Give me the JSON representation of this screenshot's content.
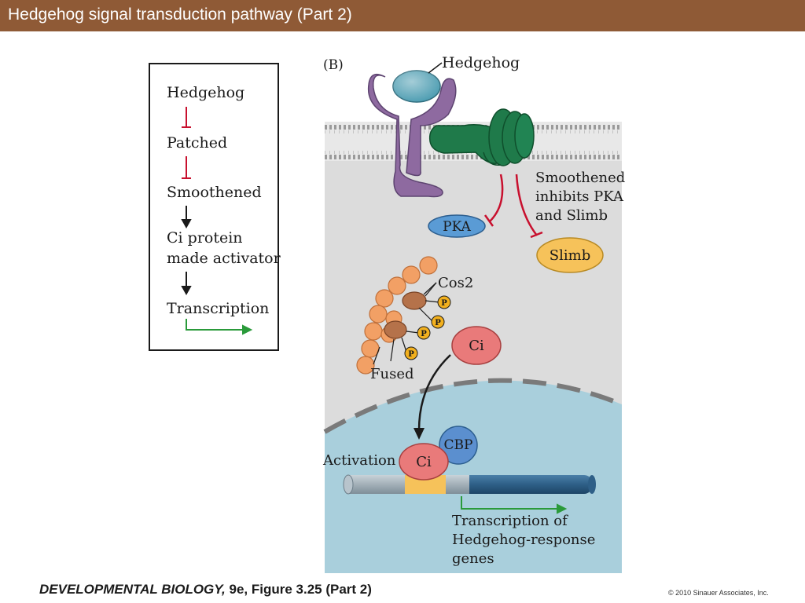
{
  "header": {
    "title": "Hedgehog signal transduction pathway (Part 2)"
  },
  "summary_box": {
    "steps": [
      "Hedgehog",
      "Patched",
      "Smoothened",
      "Ci protein",
      "made activator",
      "Transcription"
    ]
  },
  "figure": {
    "panel_label": "(B)",
    "hedgehog_label": "Hedgehog",
    "smoothened_note": [
      "Smoothened",
      "inhibits PKA",
      "and Slimb"
    ],
    "pka_label": "PKA",
    "slimb_label": "Slimb",
    "cos2_label": "Cos2",
    "fused_label": "Fused",
    "phospho_label": "P",
    "ci_label": "Ci",
    "ci_nuclear_label": "Ci",
    "cbp_label": "CBP",
    "activation_label": "Activation",
    "transcription_label": [
      "Transcription of",
      "Hedgehog-response",
      "genes"
    ]
  },
  "footer": {
    "book_title": "DEVELOPMENTAL BIOLOGY,",
    "edition_figure": " 9e, Figure 3.25 (Part 2)",
    "copyright": "© 2010 Sinauer Associates, Inc."
  },
  "colors": {
    "title_bar": "#8f5a36",
    "patched": "#8e6aa0",
    "smoothened": "#1f7a4a",
    "hedgehog_ball": "#4a9bb0",
    "inhibition_red": "#c8102e",
    "pka": "#5a9bd5",
    "slimb": "#f6c25a",
    "ci": "#e97a7a",
    "cbp": "#5b8fcf",
    "cos2_beads": "#f2a065",
    "nucleus": "#a9cfdc",
    "cytoplasm": "#dcdcdc"
  }
}
